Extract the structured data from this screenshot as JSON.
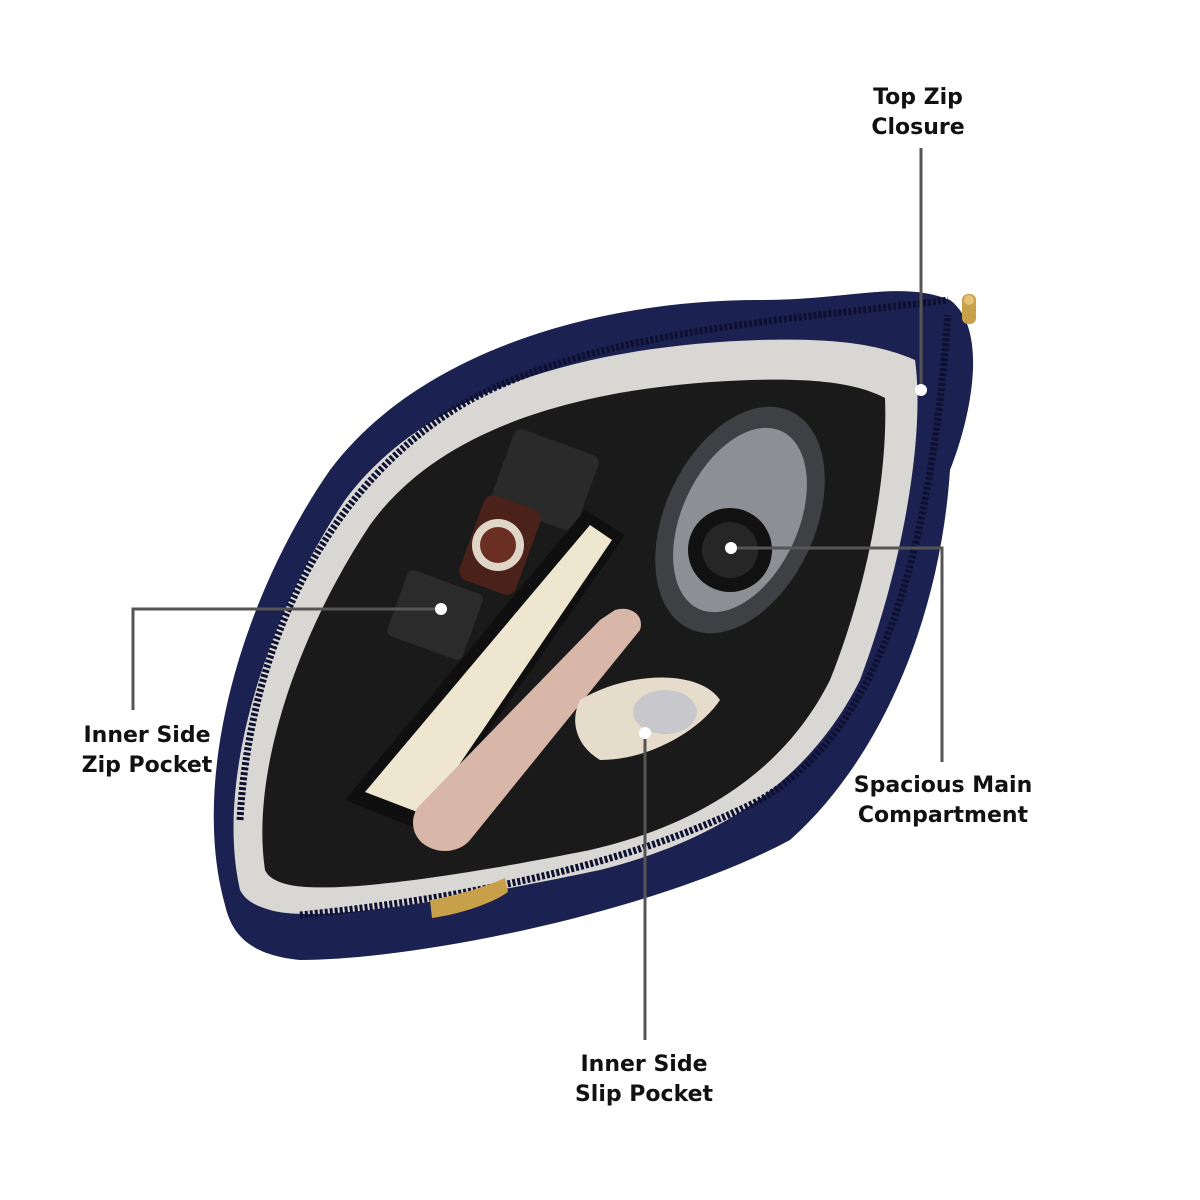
{
  "image": {
    "subject": "open navy handbag viewed from above with items inside",
    "colors": {
      "background": "#ffffff",
      "bag_navy": "#1b2150",
      "lining": "#d9d7d3",
      "interior_dark": "#1a1a1a",
      "gold_hardware": "#c9a04a",
      "callout_line": "#555555",
      "label_text": "#111111"
    }
  },
  "callouts": [
    {
      "id": "top-zip-closure",
      "lines": [
        "Top Zip",
        "Closure"
      ]
    },
    {
      "id": "inner-side-zip-pocket",
      "lines": [
        "Inner Side",
        "Zip Pocket"
      ]
    },
    {
      "id": "spacious-main-compartment",
      "lines": [
        "Spacious Main",
        "Compartment"
      ]
    },
    {
      "id": "inner-side-slip-pocket",
      "lines": [
        "Inner Side",
        "Slip Pocket"
      ]
    }
  ]
}
